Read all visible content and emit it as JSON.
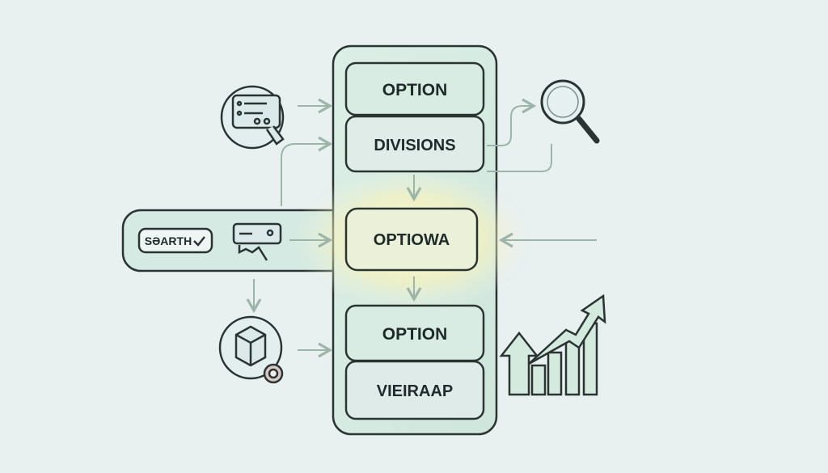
{
  "menu": {
    "items": [
      {
        "label": "OPTION"
      },
      {
        "label": "DIVISIONS"
      },
      {
        "label": "OPTIOWA",
        "highlighted": true
      },
      {
        "label": "OPTION"
      },
      {
        "label": "VIEIRAAP"
      }
    ]
  },
  "search_pill": {
    "label": "SƏARTH"
  },
  "icons": [
    "checklist-touch-icon",
    "search-icon",
    "device-hand-icon",
    "box-settings-icon",
    "growth-chart-icon"
  ],
  "colors": {
    "background": "#e8f0f0",
    "panel": "#d9ebe3",
    "stroke": "#2a3433",
    "arrow": "#9db5a8",
    "glow": "#fff6b0"
  }
}
